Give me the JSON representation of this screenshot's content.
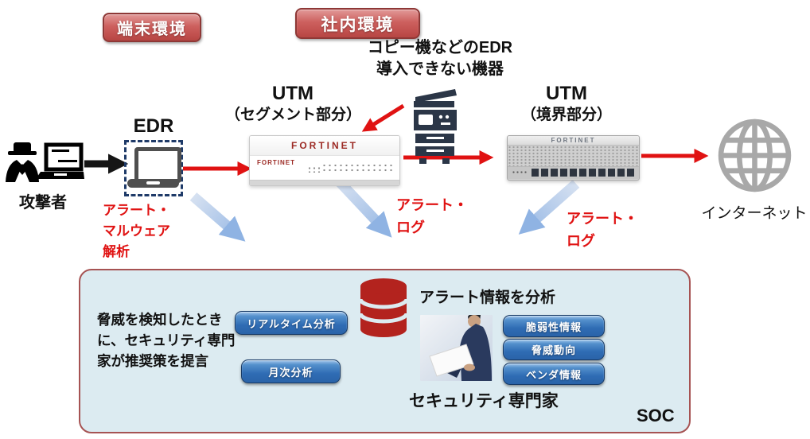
{
  "env_badges": {
    "terminal": "端末環境",
    "office": "社内環境"
  },
  "top_note": {
    "line1": "コピー機などのEDR",
    "line2": "導入できない機器"
  },
  "attacker": {
    "label": "攻撃者"
  },
  "edr": {
    "label": "EDR"
  },
  "utm_segment": {
    "title": "UTM",
    "subtitle": "（セグメント部分）"
  },
  "utm_boundary": {
    "title": "UTM",
    "subtitle": "（境界部分）"
  },
  "internet": {
    "label": "インターネット"
  },
  "devices": {
    "fortinet_logo": "FORTINET"
  },
  "flow_labels": {
    "alert_malware": {
      "line1": "アラート・",
      "line2": "マルウェア",
      "line3": "解析"
    },
    "alert_log_segment": {
      "line1": "アラート・",
      "line2": "ログ"
    },
    "alert_log_boundary": {
      "line1": "アラート・",
      "line2": "ログ"
    }
  },
  "soc": {
    "label": "SOC",
    "description": {
      "line1": "脅威を検知したとき",
      "line2": "に、セキュリティ専門",
      "line3": "家が推奨策を提言"
    },
    "analysis_buttons": {
      "realtime": "リアルタイム分析",
      "monthly": "月次分析"
    },
    "alert_analysis_title": "アラート情報を分析",
    "info_buttons": {
      "vulnerability": "脆弱性情報",
      "threat_trend": "脅威動向",
      "vendor": "ベンダ情報"
    },
    "expert_label": "セキュリティ専門家"
  },
  "colors": {
    "accent_red": "#e01212",
    "badge_red": "#c0504d",
    "button_blue": "#2f6cb4",
    "soc_fill": "#dcebf1",
    "soc_border": "#a65353",
    "database_red": "#b3231e",
    "flow_arrow_blue": "#8fb3e3"
  }
}
